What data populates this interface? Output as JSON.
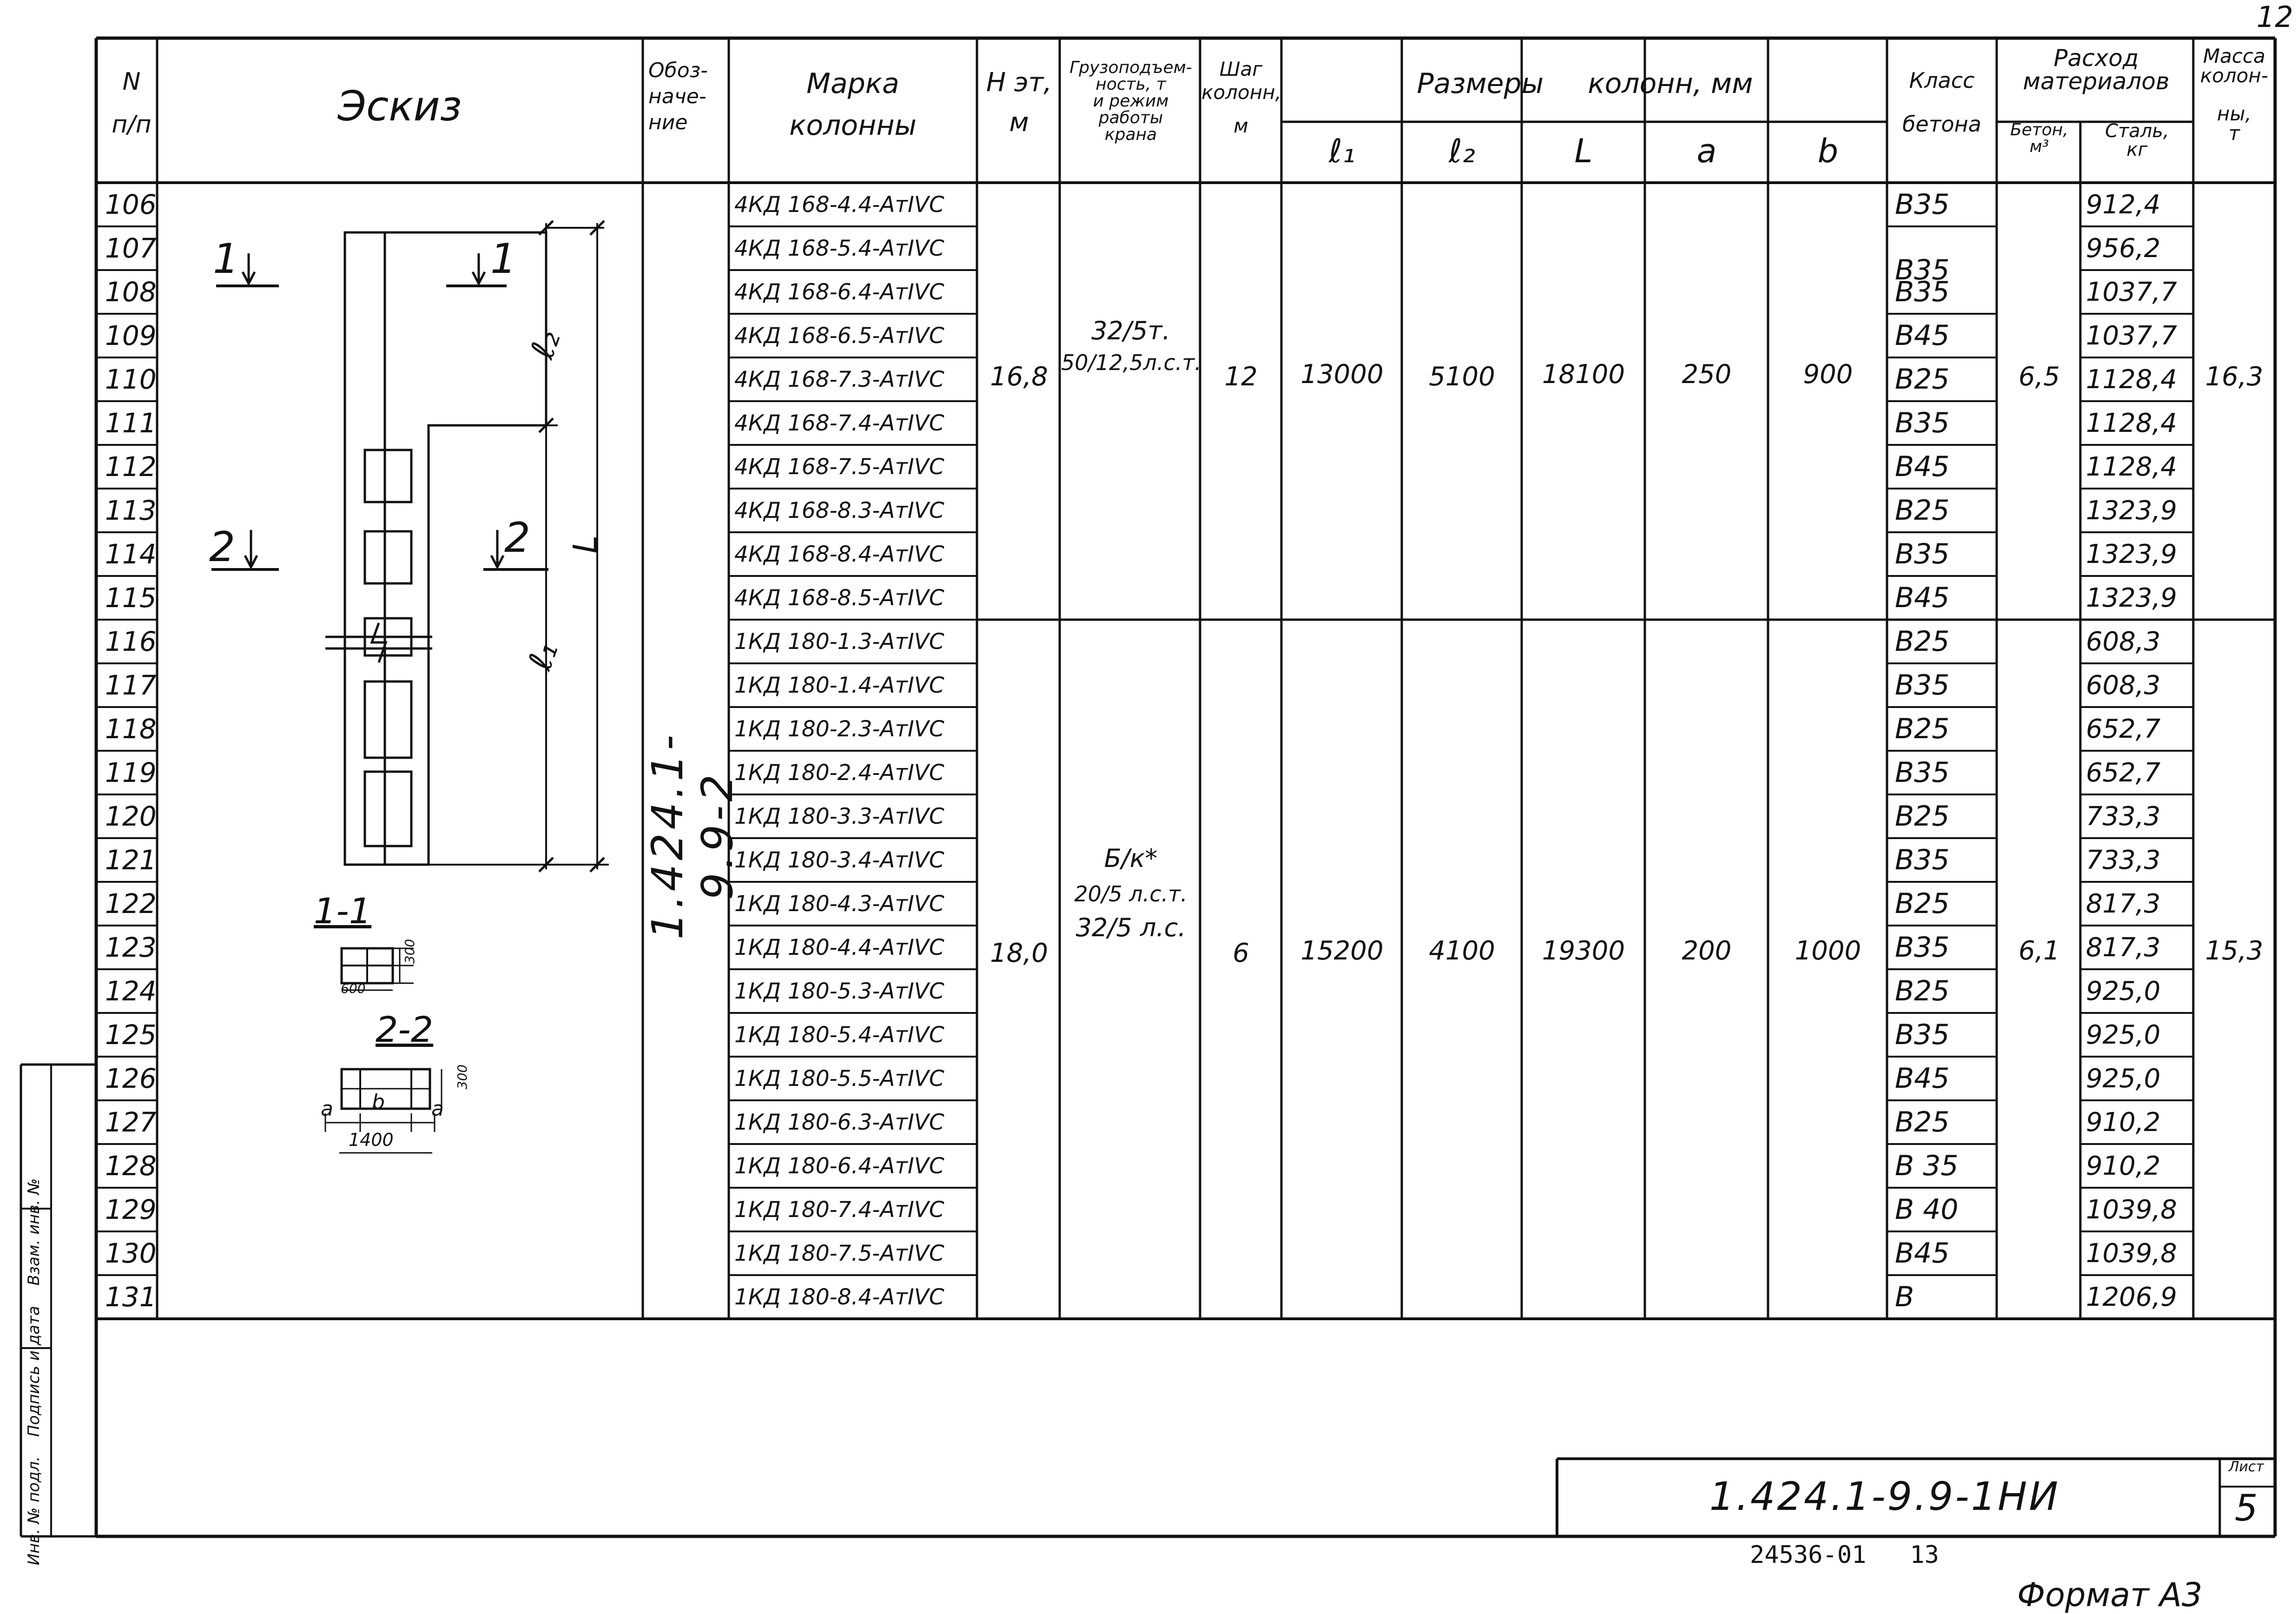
{
  "sheet_number_top": "12",
  "headers": {
    "num": [
      "N",
      "п/п"
    ],
    "sketch": "Эскиз",
    "designation": [
      "Обоз-",
      "наче-",
      "ние"
    ],
    "mark": [
      "Марка",
      "колонны"
    ],
    "h_floor": [
      "Н эт,",
      "м"
    ],
    "crane": [
      "Грузоподъем-",
      "ность, т",
      "и режим",
      "работы",
      "крана"
    ],
    "step": [
      "Шаг",
      "колонн,",
      "м"
    ],
    "sizes": "Размеры     колонн, мм",
    "sizes_cols": [
      "ℓ₁",
      "ℓ₂",
      "L",
      "a",
      "b"
    ],
    "concrete_class": [
      "Класс",
      "бетона"
    ],
    "materials": [
      "Расход",
      "материалов"
    ],
    "mat_cols": [
      [
        "Бетон,",
        "м³"
      ],
      [
        "Сталь,",
        "кг"
      ]
    ],
    "mass": [
      "Масса",
      "колон-",
      "ны,",
      "т"
    ]
  },
  "groups": [
    {
      "designation": "1.424.1-9.9-2",
      "h_floor": "16,8",
      "crane": [
        "32/5т.",
        "50/12,5л.с.т."
      ],
      "step": "12",
      "l1": "13000",
      "l2": "5100",
      "L": "18100",
      "a": "250",
      "b": "900",
      "concrete": "6,5",
      "mass": "16,3"
    },
    {
      "designation": "",
      "h_floor": "18,0",
      "crane": [
        "Б/к*",
        "20/5 л.с.т.",
        "32/5 л.с."
      ],
      "step": "6",
      "l1": "15200",
      "l2": "4100",
      "L": "19300",
      "a": "200",
      "b": "1000",
      "concrete": "6,1",
      "mass": "15,3"
    }
  ],
  "designation_vertical": "1.424.1-9.9-2",
  "rows": [
    {
      "n": "106",
      "mark": "4КД 168-4.4-АтIVС",
      "cls": "В35",
      "steel": "912,4"
    },
    {
      "n": "107",
      "mark": "4КД 168-5.4-АтIVС",
      "cls": "",
      "steel": "956,2"
    },
    {
      "n": "108",
      "mark": "4КД 168-6.4-АтIVС",
      "cls": "В35",
      "steel": "1037,7"
    },
    {
      "n": "109",
      "mark": "4КД 168-6.5-АтIVС",
      "cls": "В45",
      "steel": "1037,7"
    },
    {
      "n": "110",
      "mark": "4КД 168-7.3-АтIVС",
      "cls": "В25",
      "steel": "1128,4"
    },
    {
      "n": "111",
      "mark": "4КД 168-7.4-АтIVС",
      "cls": "В35",
      "steel": "1128,4"
    },
    {
      "n": "112",
      "mark": "4КД 168-7.5-АтIVС",
      "cls": "В45",
      "steel": "1128,4"
    },
    {
      "n": "113",
      "mark": "4КД 168-8.3-АтIVС",
      "cls": "В25",
      "steel": "1323,9"
    },
    {
      "n": "114",
      "mark": "4КД 168-8.4-АтIVС",
      "cls": "В35",
      "steel": "1323,9"
    },
    {
      "n": "115",
      "mark": "4КД 168-8.5-АтIVС",
      "cls": "В45",
      "steel": "1323,9"
    },
    {
      "n": "116",
      "mark": "1КД 180-1.3-АтIVС",
      "cls": "В25",
      "steel": "608,3"
    },
    {
      "n": "117",
      "mark": "1КД 180-1.4-АтIVС",
      "cls": "В35",
      "steel": "608,3"
    },
    {
      "n": "118",
      "mark": "1КД 180-2.3-АтIVС",
      "cls": "В25",
      "steel": "652,7"
    },
    {
      "n": "119",
      "mark": "1КД 180-2.4-АтIVС",
      "cls": "В35",
      "steel": "652,7"
    },
    {
      "n": "120",
      "mark": "1КД 180-3.3-АтIVС",
      "cls": "В25",
      "steel": "733,3"
    },
    {
      "n": "121",
      "mark": "1КД 180-3.4-АтIVС",
      "cls": "В35",
      "steel": "733,3"
    },
    {
      "n": "122",
      "mark": "1КД 180-4.3-АтIVС",
      "cls": "В25",
      "steel": "817,3"
    },
    {
      "n": "123",
      "mark": "1КД 180-4.4-АтIVС",
      "cls": "В35",
      "steel": "817,3"
    },
    {
      "n": "124",
      "mark": "1КД 180-5.3-АтIVС",
      "cls": "В25",
      "steel": "925,0"
    },
    {
      "n": "125",
      "mark": "1КД 180-5.4-АтIVС",
      "cls": "В35",
      "steel": "925,0"
    },
    {
      "n": "126",
      "mark": "1КД 180-5.5-АтIVС",
      "cls": "В45",
      "steel": "925,0"
    },
    {
      "n": "127",
      "mark": "1КД 180-6.3-АтIVС",
      "cls": "В25",
      "steel": "910,2"
    },
    {
      "n": "128",
      "mark": "1КД 180-6.4-АтIVС",
      "cls": "В 35",
      "steel": "910,2"
    },
    {
      "n": "129",
      "mark": "1КД 180-7.4-АтIVС",
      "cls": "В 40",
      "steel": "1039,8"
    },
    {
      "n": "130",
      "mark": "1КД 180-7.5-АтIVС",
      "cls": "В45",
      "steel": "1039,8"
    },
    {
      "n": "131",
      "mark": "1КД 180-8.4-АтIVС",
      "cls": "В",
      "steel": "1206,9"
    }
  ],
  "sketch_labels": {
    "sec1_left": "1",
    "sec1_right": "1",
    "sec2_left": "2",
    "sec2_right": "2",
    "dim_l2": "ℓ₂",
    "dim_L": "L",
    "dim_l1": "ℓ₁",
    "section_1": "1-1",
    "section_2": "2-2",
    "d600": "600",
    "d300a": "300",
    "d300b": "300",
    "d1400": "1400",
    "da": "a",
    "db": "b",
    "da2": "a"
  },
  "side_stamp": [
    "Инв. № подл.",
    "Подпись и дата",
    "Взам. инв. №"
  ],
  "title_block": {
    "code": "1.424.1-9.9-1НИ",
    "sheet_label": "Лист",
    "sheet_no": "5"
  },
  "under_frame": "24536-01   13",
  "format": "Формат А3"
}
